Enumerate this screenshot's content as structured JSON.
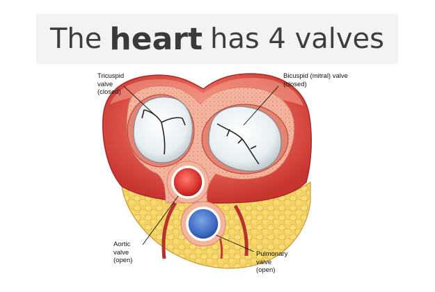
{
  "title": {
    "prefix": "The",
    "emphasis": "heart",
    "suffix": "has 4 valves"
  },
  "labels": {
    "tricuspid": "Tricuspid\nvalve\n(closed)",
    "bicuspid": "Bicuspid (mitral) valve\n(closed)",
    "aortic": "Aortic\nvalve\n(open)",
    "pulmonary": "Pulmonary\nvalve\n(open)"
  },
  "colors": {
    "muscle": "#d9433e",
    "muscle_light": "#f08a7a",
    "fat": "#f2cf58",
    "valve_closed": "#e9eef0",
    "aortic": "#d8302b",
    "pulmonary": "#3f6fc4"
  }
}
